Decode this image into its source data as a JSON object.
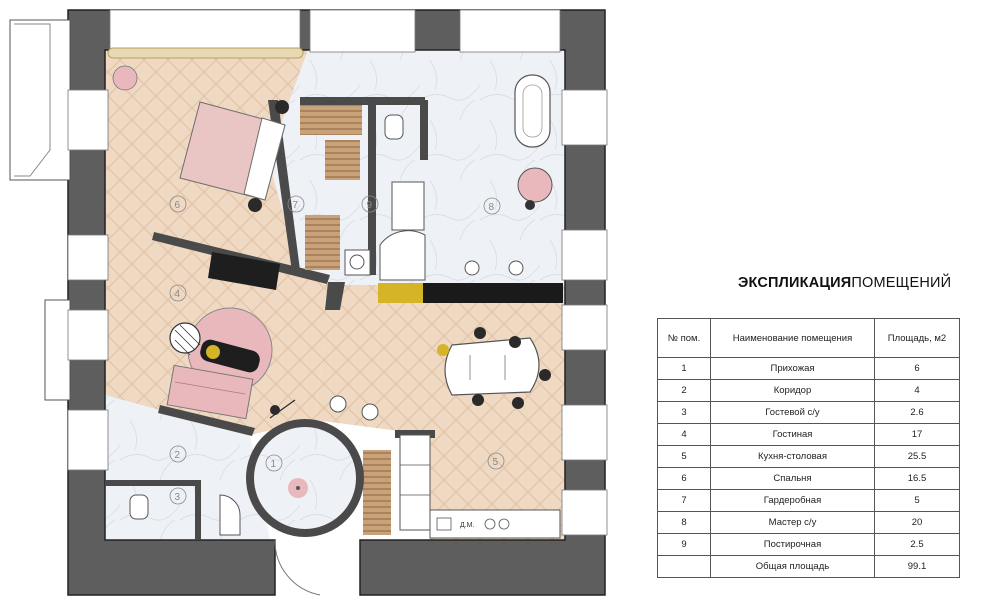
{
  "caption": {
    "bold": "ЭКСПЛИКАЦИЯ",
    "regular": "ПОМЕЩЕНИЙ"
  },
  "table": {
    "headers": [
      "№ пом.",
      "Наименование помещения",
      "Площадь, м2"
    ],
    "rows": [
      [
        "1",
        "Прихожая",
        "6"
      ],
      [
        "2",
        "Коридор",
        "4"
      ],
      [
        "3",
        "Гостевой с/у",
        "2.6"
      ],
      [
        "4",
        "Гостиная",
        "17"
      ],
      [
        "5",
        "Кухня-столовая",
        "25.5"
      ],
      [
        "6",
        "Спальня",
        "16.5"
      ],
      [
        "7",
        "Гардеробная",
        "5"
      ],
      [
        "8",
        "Мастер с/у",
        "20"
      ],
      [
        "9",
        "Постирочная",
        "2.5"
      ]
    ],
    "total": [
      "",
      "Общая площадь",
      "99.1"
    ]
  },
  "plan": {
    "room_numbers": [
      "1",
      "2",
      "3",
      "4",
      "5",
      "6",
      "7",
      "8",
      "9"
    ],
    "appliance_label": "Д.М.",
    "colors": {
      "wall": "#4a4a4a",
      "wall_outer": "#5e5e5e",
      "parquet": "#efd9c3",
      "marble": "#eef1f6",
      "pink": "#e9b8bc",
      "accent_yellow": "#d6b428"
    }
  }
}
